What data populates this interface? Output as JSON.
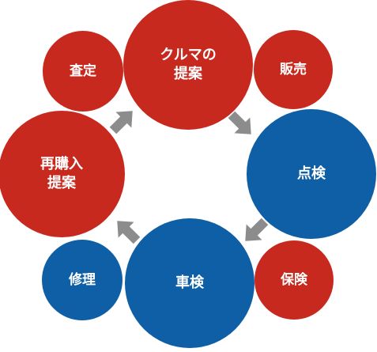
{
  "colors": {
    "red": "#c7291f",
    "blue": "#0e5fa6",
    "arrow": "#8c8c8c",
    "label": "#ffffff"
  },
  "cycle": [
    {
      "id": "proposal",
      "lines": [
        "クルマの",
        "提案"
      ],
      "color": "red"
    },
    {
      "id": "inspection",
      "lines": [
        "点検"
      ],
      "color": "blue"
    },
    {
      "id": "shaken",
      "lines": [
        "車検"
      ],
      "color": "blue"
    },
    {
      "id": "repurchase",
      "lines": [
        "再購入",
        "提案"
      ],
      "color": "red"
    }
  ],
  "satellites": [
    {
      "id": "assessment",
      "lines": [
        "査定"
      ],
      "color": "red"
    },
    {
      "id": "sales",
      "lines": [
        "販売"
      ],
      "color": "red"
    },
    {
      "id": "insurance",
      "lines": [
        "保険"
      ],
      "color": "red"
    },
    {
      "id": "repair",
      "lines": [
        "修理"
      ],
      "color": "blue"
    }
  ],
  "arrows": [
    {
      "from": "proposal",
      "to": "inspection",
      "icon": "arrow-right-down-icon"
    },
    {
      "from": "inspection",
      "to": "shaken",
      "icon": "arrow-left-down-icon"
    },
    {
      "from": "shaken",
      "to": "repurchase",
      "icon": "arrow-left-up-icon"
    },
    {
      "from": "repurchase",
      "to": "proposal",
      "icon": "arrow-right-up-icon"
    }
  ]
}
